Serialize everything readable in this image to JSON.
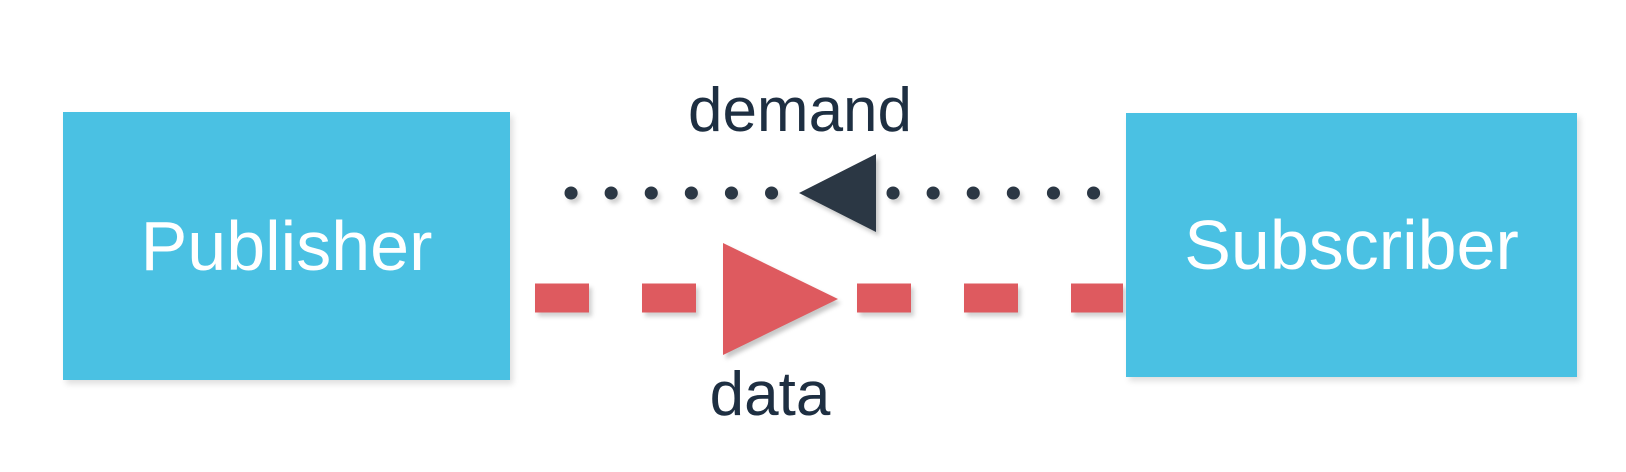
{
  "diagram": {
    "nodes": [
      {
        "id": "publisher",
        "label": "Publisher"
      },
      {
        "id": "subscriber",
        "label": "Subscriber"
      }
    ],
    "flows": [
      {
        "id": "demand",
        "label": "demand",
        "from": "subscriber",
        "to": "publisher",
        "line_style": "dotted",
        "arrow_direction": "left",
        "color": "#2B3744"
      },
      {
        "id": "data",
        "label": "data",
        "from": "publisher",
        "to": "subscriber",
        "line_style": "dashed",
        "arrow_direction": "right",
        "color": "#DE5A5F"
      }
    ],
    "colors": {
      "node_fill": "#4AC1E3",
      "node_text": "#FFFFFF",
      "flow_label_text": "#1E2F42",
      "background": "#FFFFFF"
    }
  }
}
